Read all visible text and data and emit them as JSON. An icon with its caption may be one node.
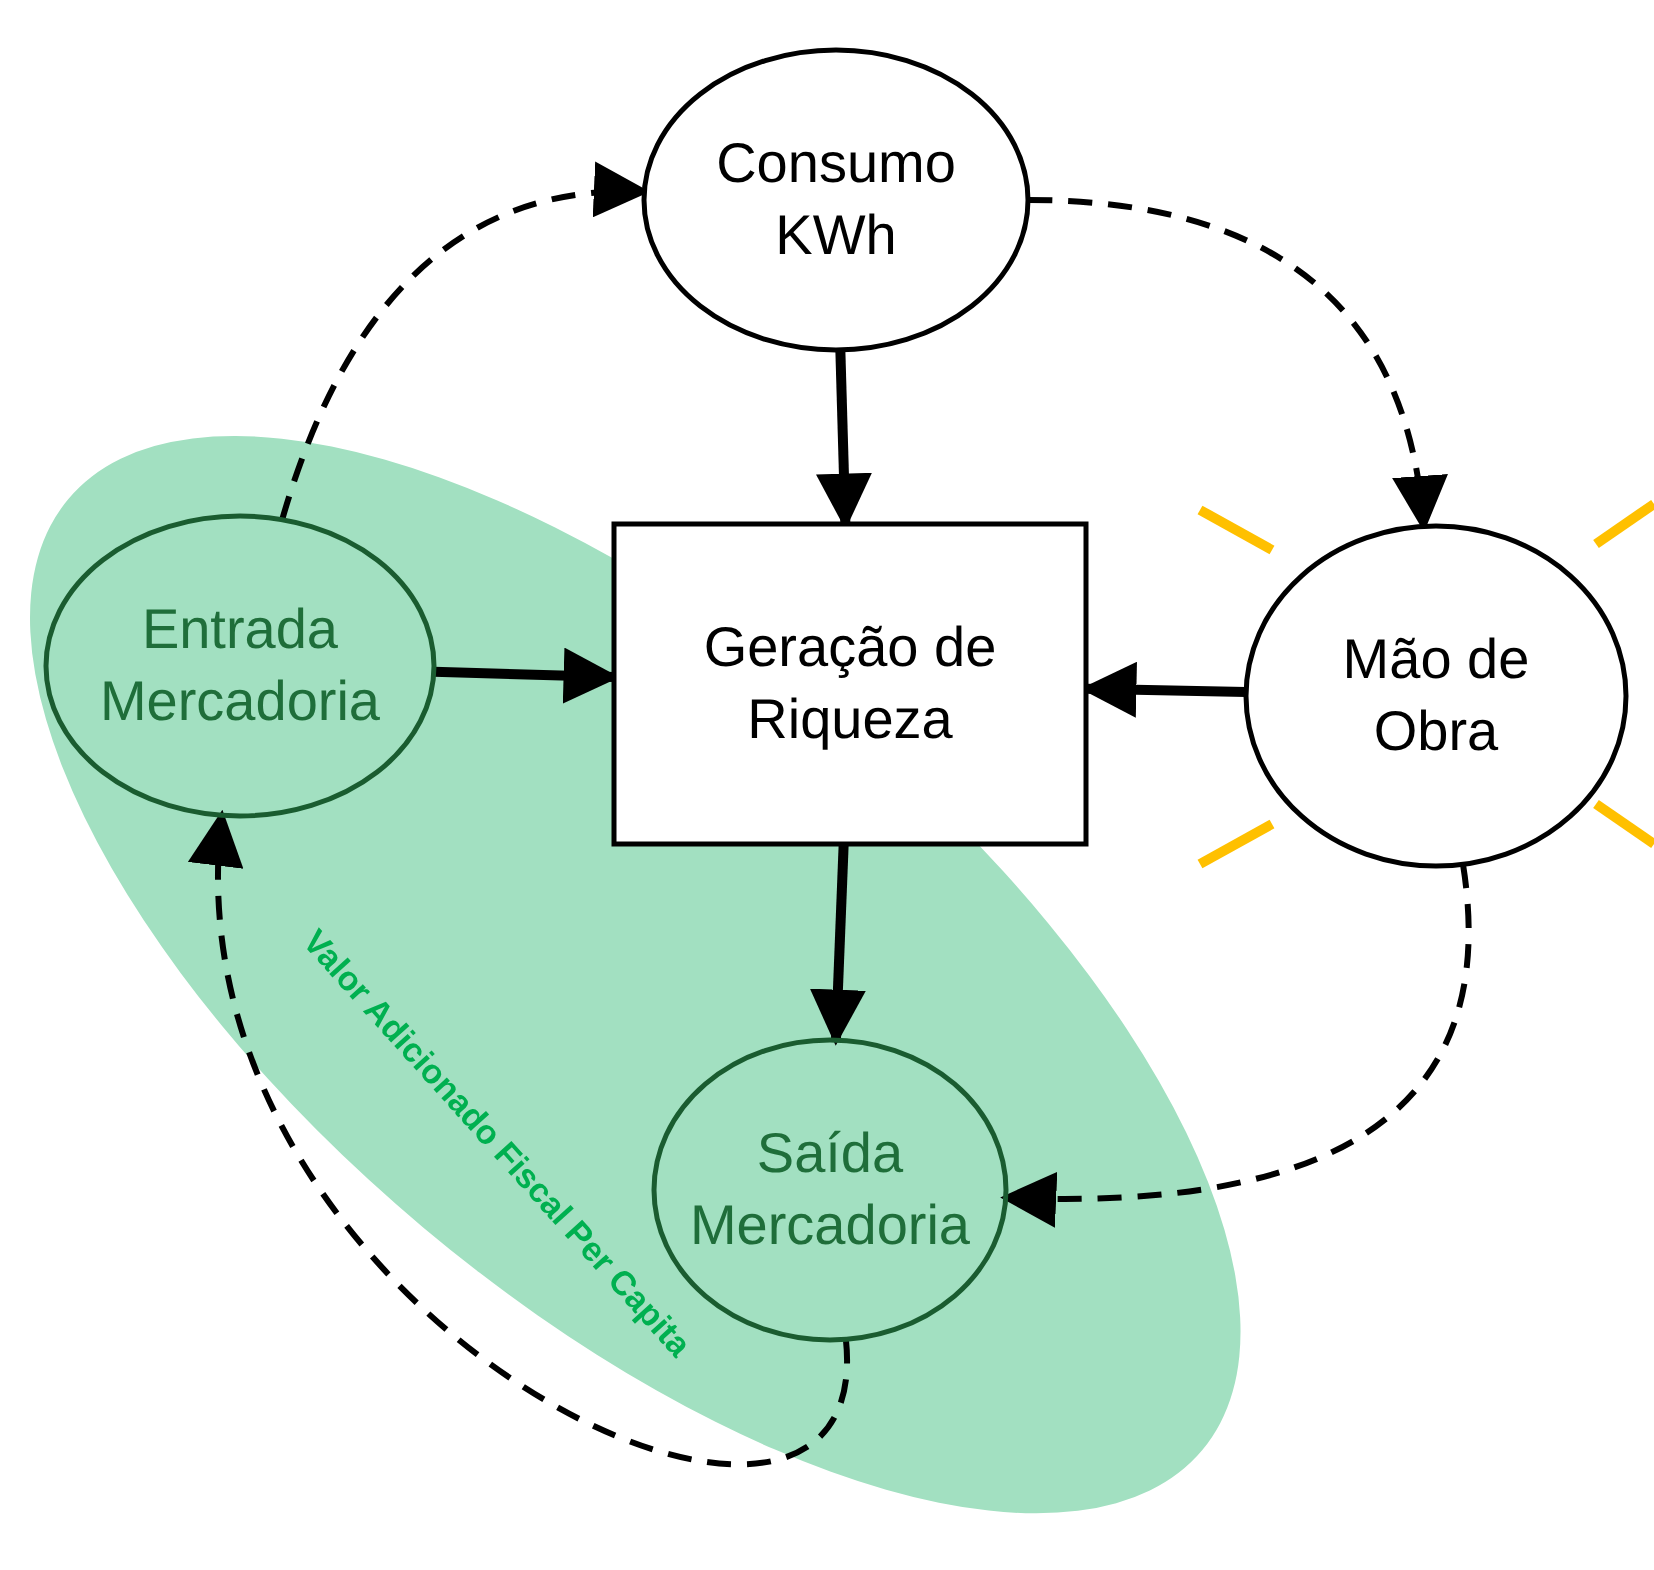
{
  "diagram": {
    "nodes": [
      {
        "text": [
          "Consumo KWh"
        ]
      },
      {
        "text": [
          "Valor Adicionado Fiscal Per Capita"
        ]
      },
      {
        "text": [
          "Entrada Mercadoria"
        ],
        "in": 1
      },
      {
        "text": [
          "Geração de Riqueza"
        ]
      },
      {
        "text": [
          "Mão de Obra"
        ]
      },
      {
        "text": [
          "Saída Mercadoria"
        ],
        "in": 1
      }
    ],
    "edges": [
      {
        "from": 2,
        "to": 0,
        "arrow": "to",
        "style": "dashed"
      },
      {
        "from": 0,
        "to": 4,
        "arrow": "to",
        "style": "dashed"
      },
      {
        "from": 0,
        "to": 3,
        "arrow": "to"
      },
      {
        "from": 2,
        "to": 3,
        "arrow": "to"
      },
      {
        "from": 4,
        "to": 3,
        "arrow": "to"
      },
      {
        "from": 3,
        "to": 5,
        "arrow": "to"
      },
      {
        "from": 4,
        "to": 5,
        "arrow": "to",
        "style": "dashed"
      },
      {
        "from": 5,
        "to": 2,
        "arrow": "to",
        "style": "dashed"
      }
    ]
  }
}
